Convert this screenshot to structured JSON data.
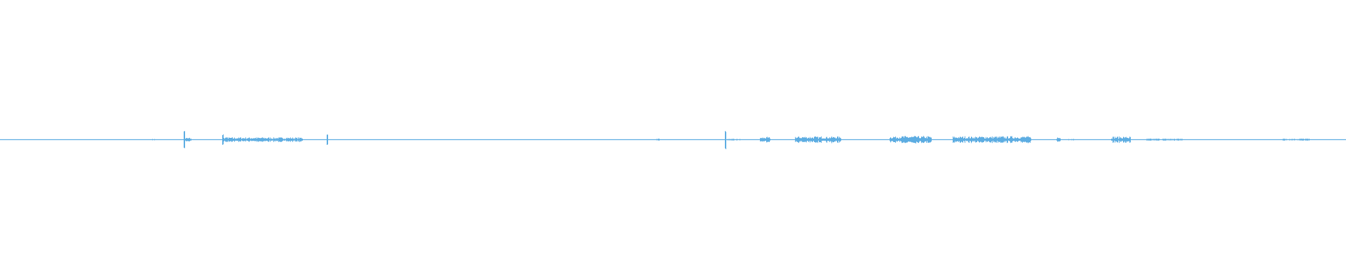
{
  "chart_data": {
    "type": "area",
    "title": "",
    "xlabel": "",
    "ylabel": "",
    "ylim": [
      -1,
      1
    ],
    "grid": false,
    "color": "#5dade2",
    "baseline_amplitude": 0.004,
    "events": [
      {
        "start": 0.1125,
        "end": 0.115,
        "amplitude": 0.006
      },
      {
        "start": 0.1365,
        "end": 0.137,
        "amplitude": 0.07
      },
      {
        "start": 0.137,
        "end": 0.142,
        "amplitude": 0.015
      },
      {
        "start": 0.1655,
        "end": 0.166,
        "amplitude": 0.04
      },
      {
        "start": 0.166,
        "end": 0.17,
        "amplitude": 0.02
      },
      {
        "start": 0.17,
        "end": 0.225,
        "amplitude": 0.018
      },
      {
        "start": 0.243,
        "end": 0.2435,
        "amplitude": 0.04
      },
      {
        "start": 0.487,
        "end": 0.49,
        "amplitude": 0.008
      },
      {
        "start": 0.539,
        "end": 0.5395,
        "amplitude": 0.07
      },
      {
        "start": 0.5395,
        "end": 0.55,
        "amplitude": 0.006
      },
      {
        "start": 0.565,
        "end": 0.572,
        "amplitude": 0.02
      },
      {
        "start": 0.591,
        "end": 0.625,
        "amplitude": 0.025
      },
      {
        "start": 0.661,
        "end": 0.692,
        "amplitude": 0.028
      },
      {
        "start": 0.708,
        "end": 0.766,
        "amplitude": 0.026
      },
      {
        "start": 0.785,
        "end": 0.788,
        "amplitude": 0.02
      },
      {
        "start": 0.794,
        "end": 0.798,
        "amplitude": 0.008
      },
      {
        "start": 0.826,
        "end": 0.84,
        "amplitude": 0.025
      },
      {
        "start": 0.852,
        "end": 0.88,
        "amplitude": 0.008
      },
      {
        "start": 0.953,
        "end": 0.973,
        "amplitude": 0.008
      }
    ]
  }
}
